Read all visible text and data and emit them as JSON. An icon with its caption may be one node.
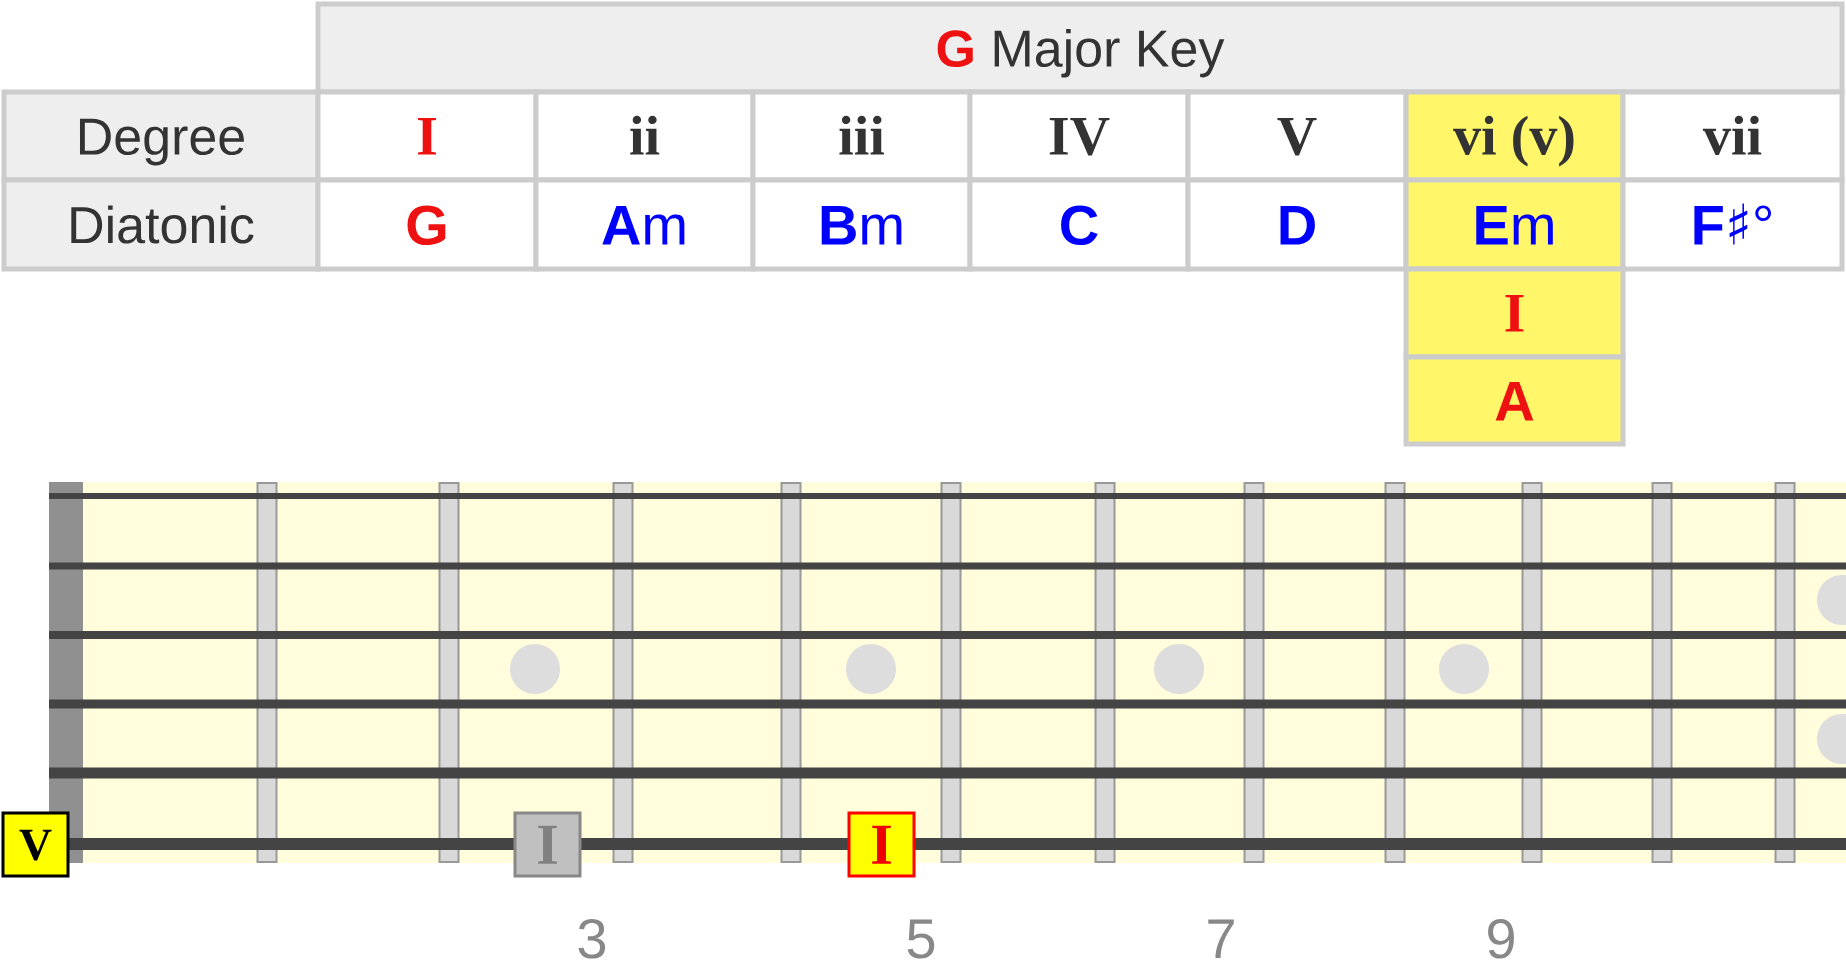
{
  "diagram": {
    "nodes": [
      {
        "text": [
          "**G** Major Key"
        ]
      },
      {
        "text": [
          "Degree"
        ]
      },
      {
        "text": [
          "I"
        ]
      },
      {
        "text": [
          "ii"
        ]
      },
      {
        "text": [
          "iii"
        ]
      },
      {
        "text": [
          "IV"
        ]
      },
      {
        "text": [
          "V"
        ]
      },
      {
        "text": [
          "vi (v)"
        ]
      },
      {
        "text": [
          "vii"
        ]
      },
      {
        "text": [
          "Diatonic"
        ]
      },
      {
        "text": [
          "G"
        ]
      },
      {
        "text": [
          "**A**m"
        ]
      },
      {
        "text": [
          "**B**m"
        ]
      },
      {
        "text": [
          "C"
        ]
      },
      {
        "text": [
          "D"
        ]
      },
      {
        "text": [
          "**E**m"
        ]
      },
      {
        "text": [
          "**F**♯°"
        ]
      },
      {
        "text": [
          "I"
        ]
      },
      {
        "text": [
          "A"
        ]
      },
      {
        "text": [
          "V"
        ]
      },
      {
        "text": [
          "I"
        ]
      },
      {
        "text": [
          "I"
        ]
      }
    ],
    "labels": [
      "3",
      "5",
      "7",
      "9"
    ]
  }
}
